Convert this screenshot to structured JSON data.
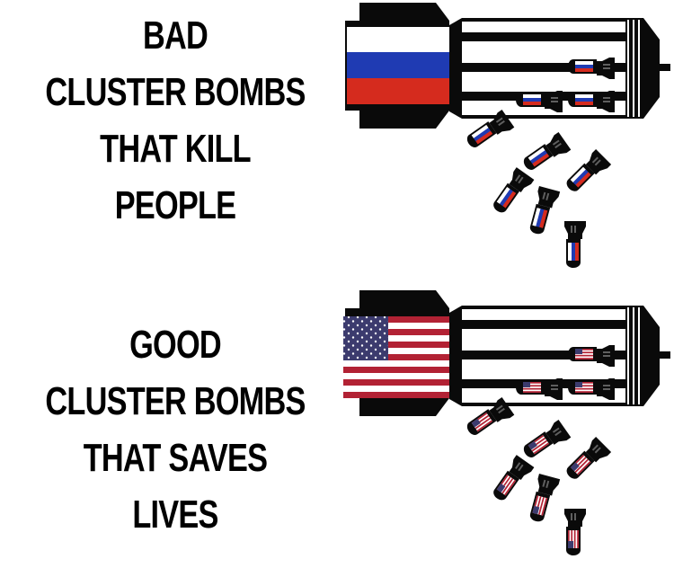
{
  "panels": [
    {
      "id": "bad",
      "caption_lines": [
        "BAD",
        "CLUSTER BOMBS",
        "THAT KILL",
        "PEOPLE"
      ],
      "flag": "russia-flag",
      "flag_colors": {
        "white": "#ffffff",
        "blue": "#1f3bb3",
        "red": "#d52b1e"
      }
    },
    {
      "id": "good",
      "caption_lines": [
        "GOOD",
        "CLUSTER BOMBS",
        "THAT SAVES",
        "LIVES"
      ],
      "flag": "usa-flag",
      "flag_colors": {
        "red": "#b22234",
        "white": "#ffffff",
        "blue": "#3c3b6e"
      }
    }
  ],
  "colors": {
    "background": "#ffffff",
    "text": "#000000",
    "bomb_body": "#0a0a0a"
  }
}
